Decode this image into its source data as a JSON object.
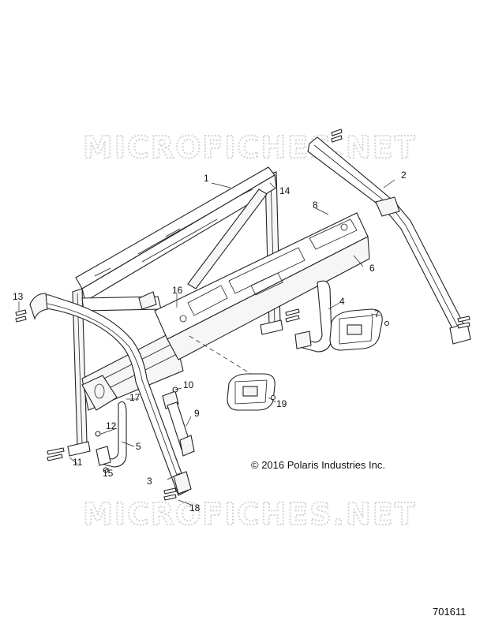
{
  "watermark": "MICROFICHES.NET",
  "copyright": "© 2016 Polaris Industries Inc.",
  "part_number": "701611",
  "callouts": {
    "c1": "1",
    "c2": "2",
    "c3": "3",
    "c4": "4",
    "c5": "5",
    "c6": "6",
    "c7": "7",
    "c8": "8",
    "c9": "9",
    "c10": "10",
    "c11": "11",
    "c12": "12",
    "c13": "13",
    "c14": "14",
    "c15": "15",
    "c16": "16",
    "c17": "17",
    "c18": "18",
    "c19": "19"
  }
}
